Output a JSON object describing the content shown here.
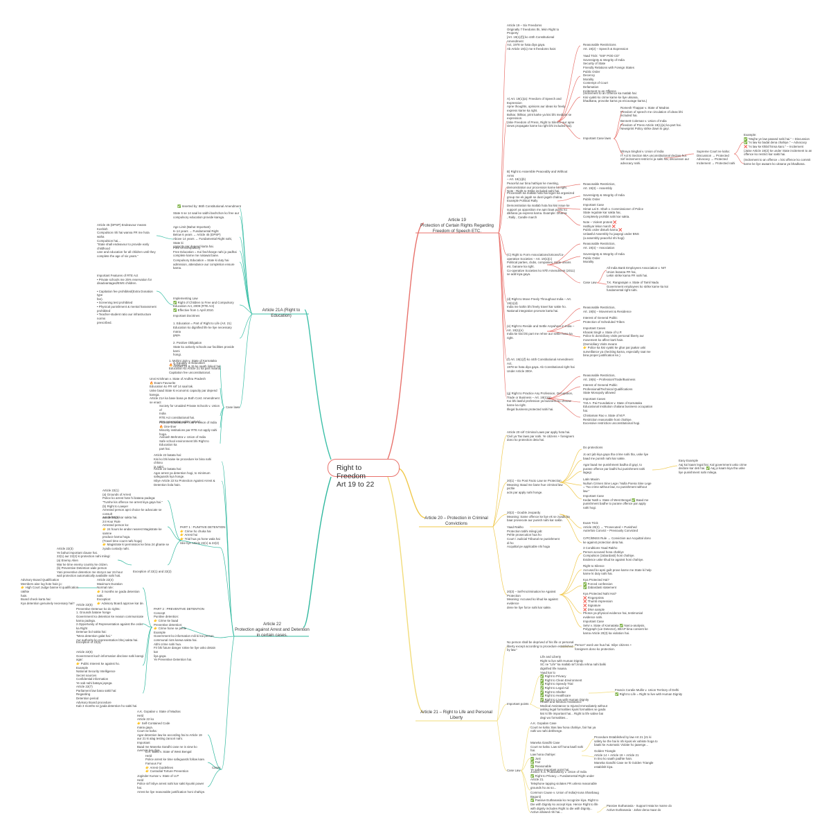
{
  "root": {
    "title": "Right to Freedom\nArt 19 to 22"
  },
  "branches": {
    "a19": "Article 19\nProtection of Certain Rights Regarding\nFreedom of Speech ETC.",
    "a20": "Article 20 – Protection in Criminal\nConvictions",
    "a21": "Article 21 – Right to Life and Personal\nLiberty",
    "a21a": "Article 21A (Right to Education)",
    "a22": "Article 22\nProtection against Arrest and Detention\nin certain cases."
  },
  "a19": {
    "intro": "Article 19 – Six Freedoms\nOriginally 7 freedoms thi, lekin Right to Property\n[Art. 19(1)(f)] ko 44th Constitutional Amendment\nAct, 1978 se hata diya gaya.\nAb Article 19(1) me 6 freedoms hain:",
    "restr_a": "Reasonable Restrictions\nArt. 19(2) – Speech & Expression",
    "trick": "Yaad Trick: \"SSF POD CD\"\nSovereignty & Integrity of India\nSecurity of State\nFriendly Relations with Foreign States\nPublic Order\nDecency\nMorality\nContempt of Court\nDefamation\nIncitement to an Offence",
    "a1": "A) Art. 19(1)(a): Freedom of Speech and Expression\nApne thoughts, opinions aur ideas ko freely\nexpress karne ka right.\nBolkar, likhkar, print karke ya kisi bhi medium se\nexpression.\n(Iske Freedom of Press, Right to Silence aur apne\nviews propagate karne ka right bhi included hai).",
    "incite": "(Incitement to an Offence ka matlab hai:\nKisi vyakti ko crime karne ke liye uksana,\nbhadkana, provoke karna ya encourage karna.)",
    "c_thappar": "Romesh Thappar v. State of Madras\nFreedom of speech me circulation of ideas bhi\nincluded hai.",
    "c_bennett": "Bennett Coleman v. Union of India\nFreedom of Press Article 19(1)(a) ka part hai.\nNewsprint Policy strike down ki gayi.",
    "imp_cases": "Important Case laws",
    "c_shreya": "Shreya Singhal v. Union of India\nIT Act ki Section 66A unconstitutional declare hui.\nSirf incitement restrict ki ja sakti hai, discussion aur\nadvocacy nahi.",
    "sc_levels": "Supreme Court ne kaha:\nDiscussion → Protected\nAdvocacy → Protected\nIncitement → Protected nahi",
    "example": "Example:\n✅ \"Mujhe ye law pasand nahi hai.\" – Discussion\n✅ \"Is law ko badal dena chahiye.\" – Advocacy\n❌ \"Is law ke khilaf hinsa karo.\" – Incitement\n(Jaise Article 19(2) ke under State incitement to an\noffence ko restrict kar sakti hai.",
    "incite2": "(Incitement to an offence = kisi offence ko commit\nkarne ke liye awaam ko uksana ya bhadkana.",
    "b": "B) Right to Assemble Peaceably and Without Arms\n– Art. 19(1)(b)\nPeaceful aur bina hathiyar ke meeting,\ndemonstration aur procession karne ka right.\nNote - Right to Strike included nahi hai.",
    "b_proc": "Procession ka matlab hota hai logon ka organized\ngroup me ek jagah se dusri jagah chalna.\nExample Political Rally",
    "b_demo": "Demonstration ka matlab hota hai kisi issue ke\nsupport ya opposition me apni baat public ko\ndikhana ya express karna. Example: Dharna\n, Rally , Candle march",
    "b_restr": "Reasonable Restriction,\nArt. 19(3) – Assembly",
    "b_sov": "Sovereignty & Integrity of India\nPublic Order",
    "b_case": "Important Case\nHimat Lal K. Shah v. Commissioner of Police\nState regulate kar sakta hai,\nCompletely prohibit nahi kar sakta.",
    "b_note": "Note – Violent protest ❌\nHathiyar lekar march ❌\nPublic order disturb karna ❌\nUnlawful Assembly ho jaayegi under BNS\n(a assembly peaceful nhi hogi)",
    "c": "(C) Right to Form Associations/Unions/Co-\noperative Societies – Art. 19(1)(c)\nPolitical parties, clubs, companies, trade unions\netc. banane ka right.\nCo-operative Societies ko 97th Amendment (2011)\nse add kiya gaya.",
    "c_restr": "Reasonable Restriction,\nArt. 19(4) – Association",
    "c_sov": "Sovereignty & Integrity of India\nPublic Order\nMorality",
    "c_caselaw": "Case Law",
    "c_bank": "All India Bank Employees Association v. NIT\nUnion banana FR hai,\nLekin strike karna FR nahi hai.",
    "c_ranga": "T.K. Rangarajan v. State of Tamil Nadu\nGovernment employees ko strike karne ka koi\nfundamental right nahi.",
    "d": "(d) Right to Move Freely Throughout India – Art.\n19(1)(d)\nIndia me kahin bhi freely travel kar sakte ho.\nNational integration promote karta hai.",
    "e_restr": "Reasonable Restriction,\nArt. 19(5) – Movement & Residence",
    "e_int": "Interest of General Public\nProtection of Scheduled Tribes",
    "e": "(e) Right to Reside and Settle Anywhere in India –\nArt. 19(1)(e)\nIndia ke kisi bhi part me rehne aur settle hone ka\nright.",
    "e_case": "Important Cases\nKharak Singh v. State of U.P.\nPolice ki domiciliary visits personal liberty aur\nmovement ko affect karti hain.\n(Domiciliary Visits means\n👉 Police ka kisi vyakti ke ghar par jaakar uski\nsurveillance ya checking karna, especially raat me\nbina proper justification ke.)",
    "f": "(f) Art. 19(1)(f) ko 44th Constitutional Amendment Act,\n1978 se hata diya gaya. Ab Constitutional right hai\nUnder Article 300A",
    "g_restr": "Reasonable Restriction,\nArt. 19(6) – Profession/Trade/Business",
    "g_int": "Interest of General Public\nProfessional/Technical Qualifications\nState Monopoly allowed",
    "g": "(g) Right to Practice Any Profession, Occupation,\nTrade or Business – Art. 19(1)(g)\nKoi bhi lawful profession ya business ko choose\nkarne ka right.\nIllegal business protected nahi hai.",
    "g_case": "Important Cases\nT.M.A. Pai Foundation v. State of Karnataka\nEducational institution chalana business occupation hai.",
    "g_chint": "Chintaman Rao v. State of M.P.\nRestriction reasonable honi chahiye.\nExcessive restriction unconstitutional hogi."
  },
  "a20": {
    "intro": "Article 20 sirf Criminal Laws par apply hota hai.\nCivil ya Tax laws par nahi. Ye citizens + foreigners\ndono ko protection deta hai.",
    "do_prot": "Do protections",
    "jo": "Jo act jab kiya gaya tha crime nahi tha, uske liye\nbaad me punish nahi kar sakte.",
    "agar": "Agar baad me punishment badha di gayi, to\npurane offence par badhi hui punishment nahi\nlagegi.",
    "easy": "Easy Example\nAaj koi kaam legal hai. Kal government usko crime\ndeclare kar deti hai. ✅ Aaj jo kaam kiya tha uske\nliye punishment nahi milega.",
    "a1": "20(1) – Ex Post Facto Law se Protection\nMeaning: Baad me bane hue criminal law pichle\nacts par apply nahi honge.",
    "latin": "Latin Maxim\nNullum Crimen Sine Lege / Nulla Poena Sine Lege\n= \"No crime without law, no punishment without\nlaw.\"",
    "imp_case": "Important Case\nKedar Nath v. State of West Bengal ✅ Baad me\npunishment badhe to purane offence par apply\nnahi hogi.",
    "a2": "20(2) – Double Jeopardy\nMeaning: Same offence ke liye ek se zyada ba\nbaar prosecute aur punish nahi kar sakte.",
    "yaad": "Yaad Rakho\nProtection tabhi milegi jab:\nPehle prosecution hua ho\nCourt / Judicial Tribunal ne punishment di ho\nAcquittal pe applicable nhi hoga",
    "exam": "Exam Trick\nArticle 20(2) → \"Prosecuted + Punished\nAutrefois Convict – Previously Convicted",
    "crpc": "CrPC/BNSS Rule → Conviction aur Acquittal dono\nke against protection deta hai.",
    "three": "3 Conditions Yaad Rakho\nPerson accused hona chahiye\nCompulsion (zabardasti) honi chahiye.\nEvidence uske khud ke against honi chahiye.",
    "silence": "Right to Silence\nAccused ko apni guilt prove karne me State ki help\nkarne ki duty nahi hai.",
    "kya_p": "Kya Protected Hai?\n✅ Forced confession\n✅ Zabardasti statement",
    "a3": "20(3) – Self-Incrimination ke Against Protection\nMeaning: Accused ko khud ke against evidence\ndene ke liye force nahi kar sakte.",
    "kya_np": "Kya Protected Nahi Hai?\n❌ Fingerprints\n❌ Thumb impression\n❌ Signature\n❌ DNA sample\nPhotos ya physical evidence hai, testimonial\nevidence nahi.",
    "selvi": "Important Case\nSelvi v. State of Karnataka ✅ Narco-analysis,\nPolygraph (Lie Detector), BEAP bina consent ke\nkarna Article 20(3) ka violation hai."
  },
  "a21": {
    "intro": "No person shall be deprived of his life or personal\nliberty except according to procedure established\nby law.\"",
    "person": "Person\" word use hua hai. Isliye citizens +\nforeigners dono ko protection.",
    "life": "Life and Liberty\nRight to live with Human Dignity\nSC ne \"Life\" ka matlab sirf zinda rehna nahi balki\ndignified life maana.\nYaad kar lo\n✅ Right to Privacy\n✅ Right to Clean Environment\n✅ Right to Speedy Trial\n✅ Right to Legal Aid\n✅ Right to Shelter\n✅ Right to Healthcare\n✅ Right to Live with Human Dignity",
    "francis": "Francis Coralie Mullin v. Union Territory of Delhi\n✅ Right to Life = Right to live with Human Dignity",
    "imp_points": "Important points",
    "health": "Health and Medical Assistance\nMedical Assistance to Injured Immediately without\nasking legal formalities kyuki formalities se jyada\nkisi ki life important hai... Right to life sabse bai\ndegi wo formalities...",
    "gopalan": "A.K. Gopalan Case\nCourt ne kaha: Bas law hona chahiye, fair hai ya\nnahi wo nahi dekhenge.",
    "maneka": "Maneka Gandhi Case\nCourt ne kaha: Law sirf hona kaafi nahi hai.\nLaw hona chahiye:\n✅ Just\n✅ Fair\n✅ Reasonable\nYe sabse important point hai.",
    "proc": "Procedure Established by law Art 21 (21 ki\nsafety ke the hai ki nhi kyuki ek vahiste hoga to\nbaaki ke Automatic Violate ho jaaenge...",
    "golden": "Golden Triangle\nArticle 14 + Article 19 + Article 21\nIn tino ko saath padhte hain.\nManeka Gandhi Case ne hi Golden Triangle\nestablish kiya.",
    "case_law": "Case Law",
    "privacy": "Justice K.S. Puttaswamy v. Union of India\n✅ Right to Privacy = Fundamental Right under\nArticle 21.\nTelephone tapping violates FR unless reasonable\ngrounds ho as so...",
    "common": "Common Cause v. Union of India(Aruna Shanbaug\nBaguni)\n✅ Passive Euthanasia ko recognize kiya. Right to\nDie with Dignity ko accept kiya. Hence Right to life\nwith dignity includes Right to die with Dignity...\nActive allowed nhi hai...",
    "passive": "Passive Euthanasia - Support Hata ke marne do\nActive Euthanasia - Jahar dena maar do"
  },
  "a21a": {
    "inserted": "✅ Inserted by: 86th Constitutional Amendment",
    "state": "State 6 se 14 saal ke sabhi bachchon ko free aur\ncompulsory education provide karega.",
    "dpsp": "Article 45 (DPSP) Endeavour means Koshish\nCompulsion nhi hai wanna FR me hota waha\nCompulsion hai...\n\"State shall endeavour to provide early childhood\ncare and education for all children until they\ncomplete the age of six years.\"",
    "age": "Age Limit (Bahut Important)\n6–14 years → Fundamental Right\nBelow 6 years → Article 45 (DPSP)\nAbove 14 years → Fundamental Right nahi, State ki\ncapacity par depend karta hai.",
    "free": "Free vs Compulsory\nFree Education = Koi fee/charge nahi jo padhai\ncomplete karne me rukawat bane.",
    "comp": "Compulsory Education = State ki duty hai\nadmission, attendance aur completion ensure\nkarna.",
    "features": "Important Features of RTE Act\n•  Private schools me 25% reservation for\ndisadvantaged/EWS children.\n\n•  Capitation fee prohibited(Extra Donation type\nfee).\n•  Screening test prohibited\n•  Physical punishment & mental harassment\nprohibited\n•  Teacher-student ratio aur infrastructure norms\nprescribed.",
    "impl": "Implementing Law\n✅ Right of Children to Free and Compulsory\nEducation Act, 2009 (RTE Act)\n✅ Effective from 1 April 2010.",
    "doctrines": "Important Doctrines\n\n1. Education = Part of Right to Life (Art. 21)\nEducation ko dignified life ke liye necessary mana\ngaya.\n\n2. Positive Obligation\nState ko actively schools aur facilities provide karni\nhongi.\n\n3. Equality in Education\nArticles 14 & 15 ke saath linked hai.",
    "mohini": "1. Mohini Jain v. State of Karnataka\n🔥 First case\nEducation ko Article 21 ka part maana.\nCapitation fee unconstitutional.",
    "unni": "Unni Krishnan v. State of Andhra Pradesh\n🔥 Exam Favourite\nEducation ko FR sirf 14 saal tak.\nUske baad State ki economic capacity par depend\nkarega.\nArticle 21A ka base bana ye Both Cost: Amendment\nse enact",
    "society": "Society for Unaided Private Schools v. Union of\nIndia\nRTE Act constitutional hai.\n25% reservation valid / upheld...",
    "pramati": "Pramati Educational Trust v. Union of India\n🔥 One-liner\nMinority institutions par RTE Act apply nahi hoga.",
    "avinash": "Avinash Mehrotra v. Union of India\nSafe school environment bhi Right to Education ka\npart hai.",
    "case_laws": "Case laws"
  },
  "a22": {
    "intro1": "Article 22 batata hai:\nKisi ko bhi kaise ke procedure ke bina nahi chhino\nja sakti.",
    "intro2": "Article 22 batata hai:\nAgar arrest ya detention hogi, to minimum\nsafeguards kya honge.\nIsliye Article 22 ko Protection Against Arrest &\nDetention bola hain.",
    "a221": "Article 22(1)\n(a) Grounds of Arrest\nPolice ko arrest hote hi batana padega:\n\"Tumhe kis offence me arrest kiya gaya hai.\"\n(b) Right to Lawyer\nArrested person apni choice ke advocate se consult\naur defence kar sakta hai.",
    "a222": "Article 22(2)\n24 Hour Rule\nArrested person ko:\n👉 24 hours ke andar nearest Magistrate ke samne\nproduce karna hoga.\n(Travel time count nahi hoga)\n👉 Magistrate ki permission ke bina 24 ghante se\nzyada custody nahi.",
    "part1": "PART 1 : PUNITIVE DETENTION\n👉 Crime ho chuka hai\n👉 Arrest hui\n👉 Trial hua ya hone wala hai\nIske liye Article 22(1) & 22(2)",
    "a223": "Article 22(3)\nYe bahut important clause hai.\n22(1) aur 22(2) ki protection nahi milegi:\n(a) Enemy Alien\nWar ke time enemy country ke citizen.\n(b) Preventive Detention wale person\nYani preventive detention me storyor aur 24-hour\nwali protection automatically available nahi hoti.",
    "exception": "Exception of 22(1) and 22(2)",
    "advisory": "Advisory Board Qualification\nMembers aise log hote hain jo:\n👉 High Court Judge banne ki qualification rakhte\nhain.\nBoard check karta hai:\nKya detention genuinely necessary hai?",
    "a224": "Article 22(4)\nMaximum Duration\nNormal rule:\n👉 3 months se jyada detention nahi.\nException:\n👉 Advisory Board approve kar de.",
    "a225": "Article 22(5)\nPreventive Detenue ko do rights:\n1. Grounds batane honge\nGovernment ko detention ke reason communicate\nkarna padega.\n2.Opportunity of Representation against the order\nka Right\nDetenue bol sakta hai:\n\"Mera detention galat hai.\"\nAur authority ko representation bhej sakta hai.",
    "exc225": "Exception of 22(5)",
    "part2": "PART 2 : PREVENTIVE DETENTION\nConcept\nPunitive detention:\n👉 Crime ke baad\nPreventive detention:\n👉 Crime hone se pehle\nExample\nGovernment ko information mili ki koi person\ncommunal riots karwa sakta hai.\nAbhi crime nahi hua.\nFir bhi future danger rokne ke liye usko detain kar\nliya gaya.\nYe Preventive Detention hai.",
    "a226": "Article 22(6)\nGovernment kuch information disclose nahi karegi\nagar:\n👉 Public Interest ke against ho.\nExample\nNational Security Intelligence\nSecret sources\nConfidential information\nYe sab nahi bataya jayega.",
    "a227": "Article 22(7)\nParliament law bana sakti hai:\nRegarding\nDetention period\nAdvisory Board procedure\nKab 3 months se jyada detention ho sakti hai",
    "gopalan": "A.K. Gopalan v. State of Madras\nHeld\nArticle 22 ko\n👉 Self-Contained Code\nmana gaya.\nCourt ne kaha:\nAgar detention law ke according hai to Article 19\naur 21 ki alag testing zaroori nahi.\nImportant\nBaad me Maneka Gandhi case ne is view ko\noverrule kar diya.",
    "dk": "D.K. Basu v. State of West Bengal\nHeld\nPolice arrest ke time safeguards follow kare.\nFamous For\n👉 Arrest Guidelines\n👉 Custodial Torture Prevention",
    "joginder": "Joginder Kumar v. State of U.P\nHeld\nPolice sirf isliye arrest nahi kar sakti kyunki power\nhai.\nArrest ke liye reasonable justification honi chahiye.",
    "cases": "Cases"
  }
}
